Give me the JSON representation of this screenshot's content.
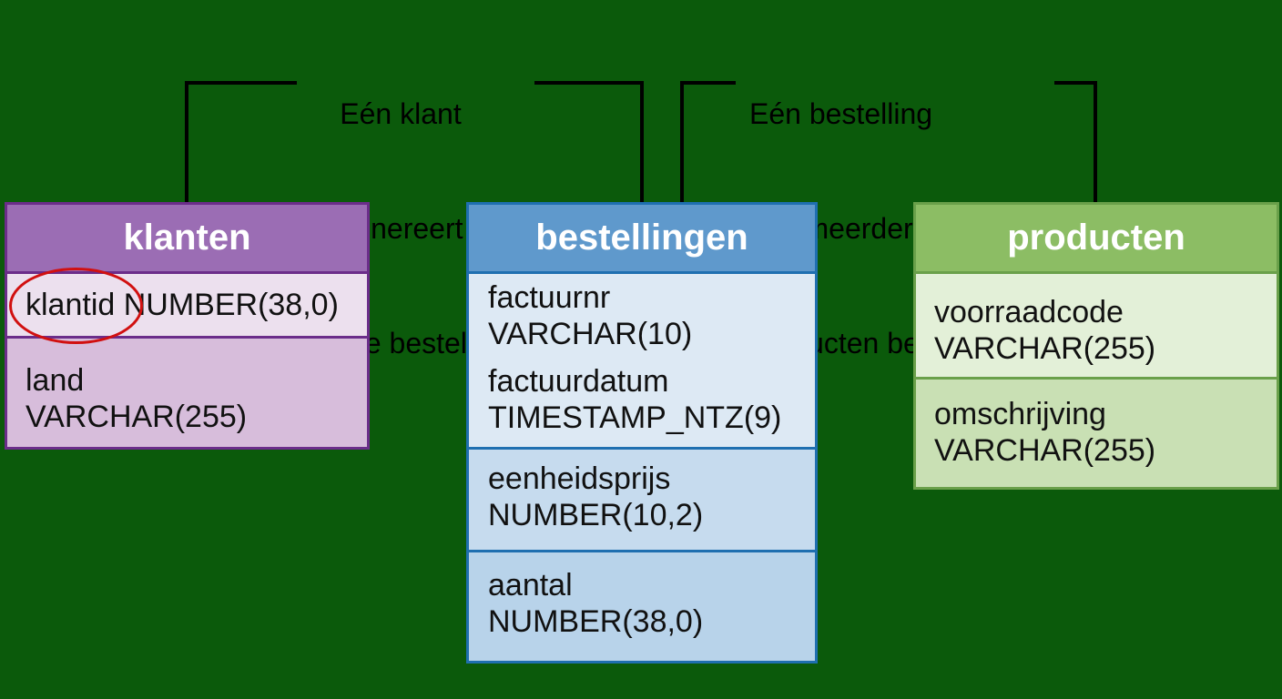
{
  "annotations": {
    "left": [
      "Eén klant",
      "genereert",
      "meerdere bestellingen"
    ],
    "right": [
      "Eén bestelling",
      "kan meerdere",
      "producten bevatten"
    ]
  },
  "tables": {
    "klanten": {
      "name": "klanten",
      "key_field": "klantid",
      "key_type": "NUMBER(38,0)",
      "fields": [
        {
          "name": "land",
          "type": "VARCHAR(255)"
        }
      ]
    },
    "bestellingen": {
      "name": "bestellingen",
      "fields": [
        {
          "name": "factuurnr",
          "type": "VARCHAR(10)"
        },
        {
          "name": "factuurdatum",
          "type": "TIMESTAMP_NTZ(9)"
        },
        {
          "name": "eenheidsprijs",
          "type": "NUMBER(10,2)"
        },
        {
          "name": "aantal",
          "type": "NUMBER(38,0)"
        }
      ]
    },
    "producten": {
      "name": "producten",
      "fields": [
        {
          "name": "voorraadcode",
          "type": "VARCHAR(255)"
        },
        {
          "name": "omschrijving",
          "type": "VARCHAR(255)"
        }
      ]
    }
  },
  "colors": {
    "background": "#0b5a0b",
    "klanten": "#9b6db4",
    "bestellingen": "#5f99cc",
    "producten": "#8cbd64",
    "highlight": "#d11010"
  }
}
